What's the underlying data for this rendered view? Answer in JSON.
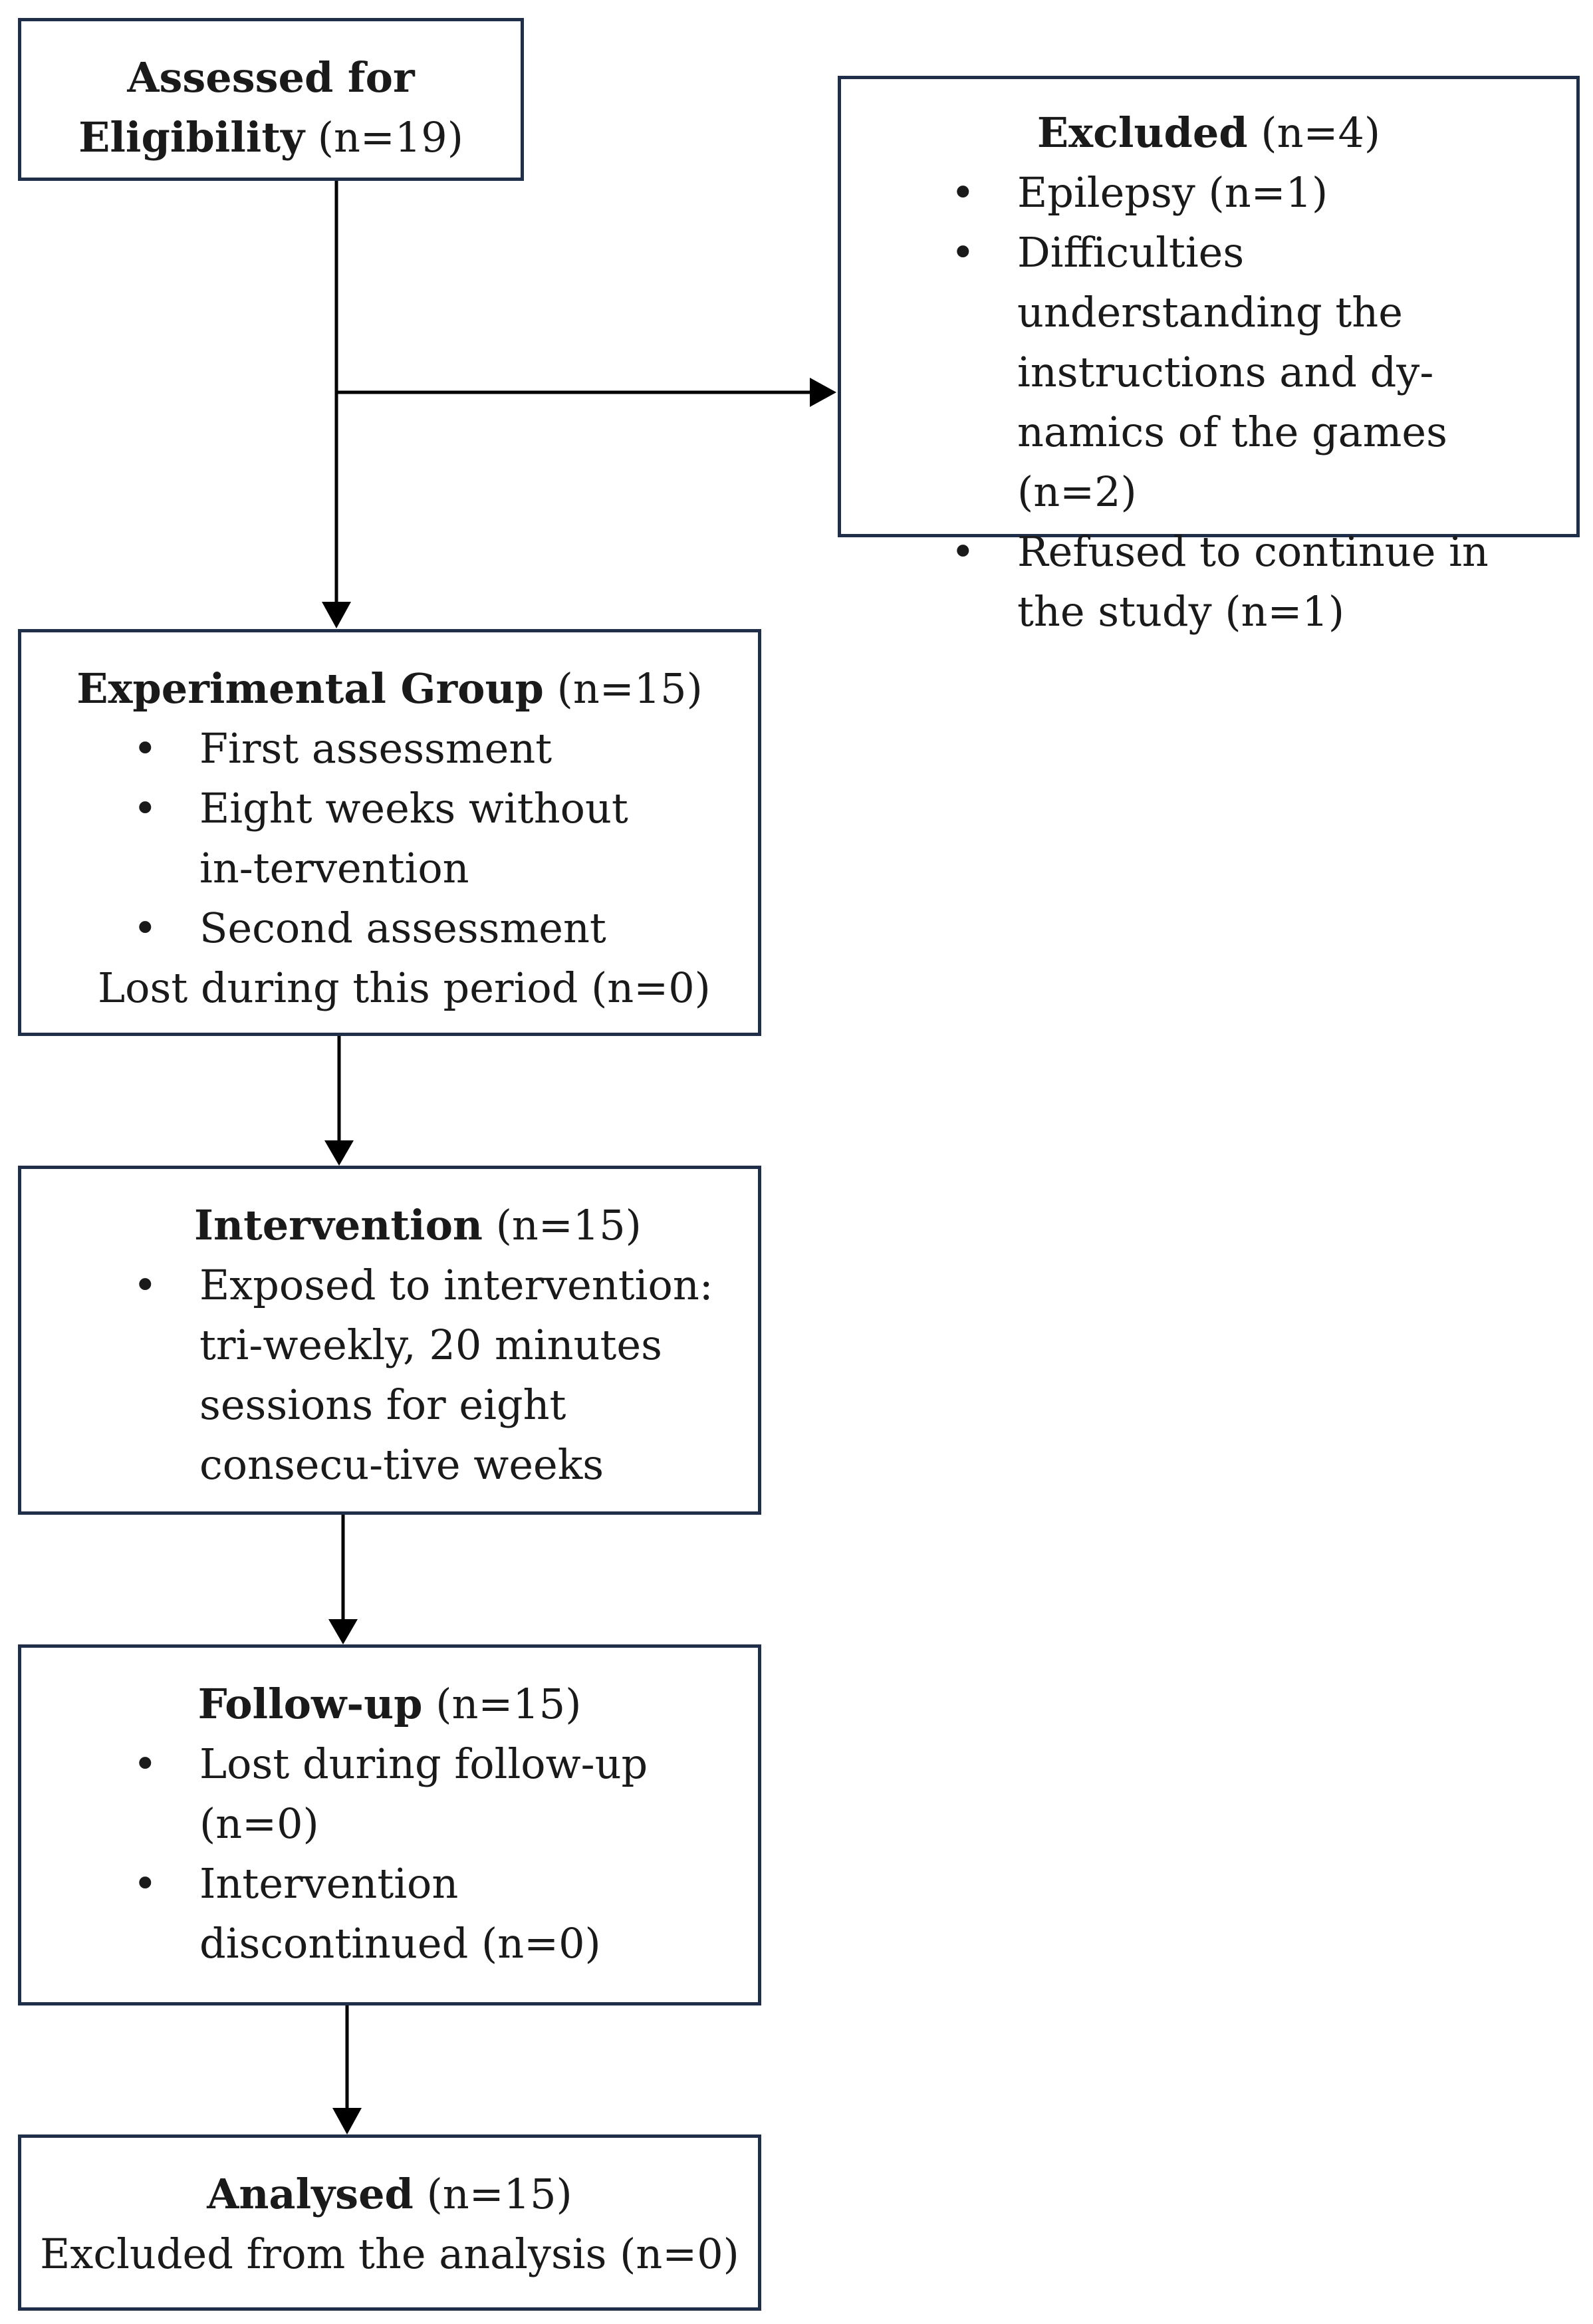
{
  "assessed": {
    "title": "Assessed for",
    "title2": "Eligibility",
    "count": "(n=19)"
  },
  "excluded": {
    "title": "Excluded",
    "count": "(n=4)",
    "items": [
      "Epilepsy (n=1)",
      "Difficulties understanding the instructions and dy-namics of the games (n=2)",
      "Refused to continue in the study (n=1)"
    ]
  },
  "experimental": {
    "title": "Experimental Group",
    "count": "(n=15)",
    "items": [
      "First assessment",
      "Eight weeks without in-tervention",
      "Second assessment"
    ],
    "footer": "Lost during this period (n=0)"
  },
  "intervention": {
    "title": "Intervention",
    "count": "(n=15)",
    "items": [
      "Exposed to intervention: tri-weekly, 20 minutes sessions for eight consecu-tive weeks"
    ]
  },
  "followup": {
    "title": "Follow-up",
    "count": "(n=15)",
    "items": [
      "Lost during follow-up (n=0)",
      "Intervention discontinued (n=0)"
    ]
  },
  "analysed": {
    "title": "Analysed",
    "count": "(n=15)",
    "footer": "Excluded from the analysis (n=0)"
  },
  "colors": {
    "box_border": "#1f2f4a",
    "arrow": "#000000"
  }
}
